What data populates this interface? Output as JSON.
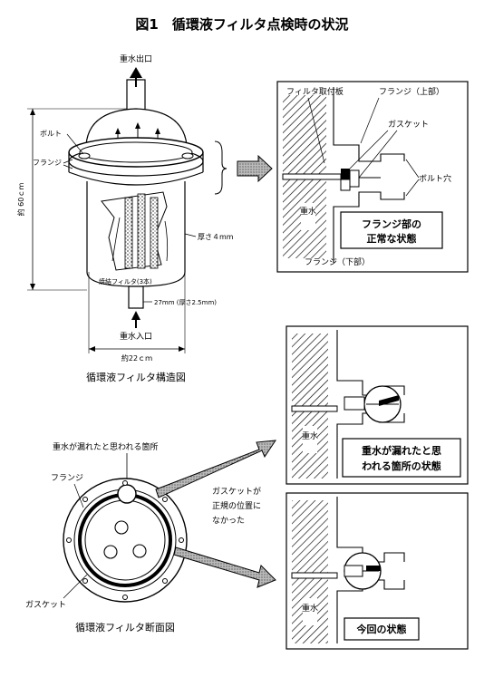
{
  "title": "図1　循環液フィルタ点検時の状況",
  "structure": {
    "caption": "循環液フィルタ構造図",
    "outlet": "重水出口",
    "bolt": "ボルト",
    "flange": "フランジ",
    "height": "約 60ｃｍ",
    "thickness": "厚さ４mm",
    "element": "焼結フィルタ(3本)",
    "pipe": "27mm (厚さ2.5mm)",
    "inlet": "重水入口",
    "width": "約22ｃｍ"
  },
  "normal_view": {
    "plate": "フィルタ取付板",
    "flange_upper": "フランジ（上部）",
    "gasket": "ガスケット",
    "bolt_hole": "ボルト穴",
    "heavy_water": "重水",
    "flange_lower": "フランジ（下部）",
    "status_line1": "フランジ部の",
    "status_line2": "正常な状態"
  },
  "cross_section": {
    "caption": "循環液フィルタ断面図",
    "leak_point": "重水が漏れたと思われる箇所",
    "flange": "フランジ",
    "gasket": "ガスケット",
    "note_line1": "ガスケットが",
    "note_line2": "正規の位置に",
    "note_line3": "なかった"
  },
  "leak_view": {
    "heavy_water": "重水",
    "status_line1": "重水が漏れたと思",
    "status_line2": "われる箇所の状態"
  },
  "current_view": {
    "heavy_water": "重水",
    "status": "今回の状態"
  }
}
